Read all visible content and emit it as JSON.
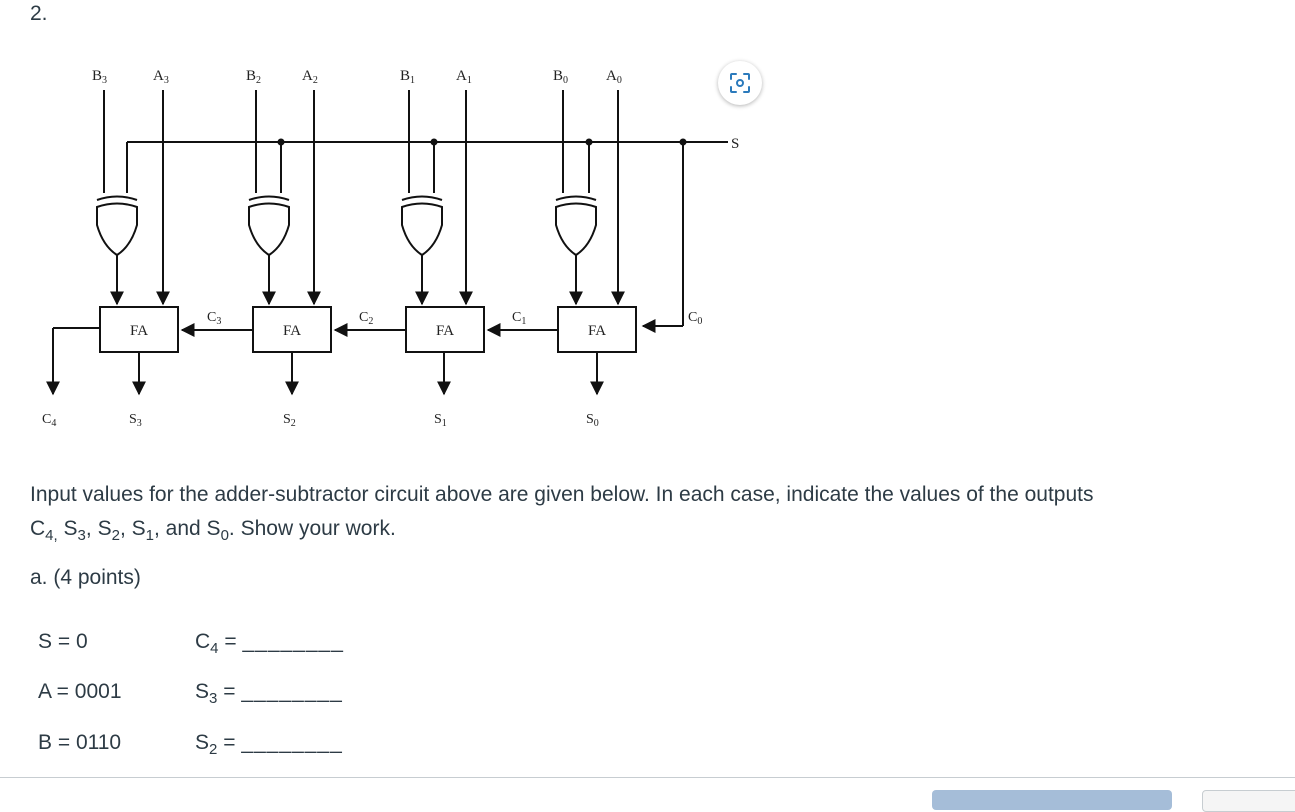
{
  "question": {
    "number": "2."
  },
  "circuit": {
    "inputs": [
      {
        "b": "B",
        "b_sub": "3",
        "a": "A",
        "a_sub": "3"
      },
      {
        "b": "B",
        "b_sub": "2",
        "a": "A",
        "a_sub": "2"
      },
      {
        "b": "B",
        "b_sub": "1",
        "a": "A",
        "a_sub": "1"
      },
      {
        "b": "B",
        "b_sub": "0",
        "a": "A",
        "a_sub": "0"
      }
    ],
    "adder_label": "FA",
    "select_label": "S",
    "carries": [
      {
        "base": "C",
        "sub": "3"
      },
      {
        "base": "C",
        "sub": "2"
      },
      {
        "base": "C",
        "sub": "1"
      },
      {
        "base": "C",
        "sub": "0"
      }
    ],
    "carry_out": {
      "base": "C",
      "sub": "4"
    },
    "sums": [
      {
        "base": "S",
        "sub": "3"
      },
      {
        "base": "S",
        "sub": "2"
      },
      {
        "base": "S",
        "sub": "1"
      },
      {
        "base": "S",
        "sub": "0"
      }
    ]
  },
  "prompt": {
    "line1": "Input values for the adder-subtractor circuit above are given below.  In each case, indicate the values of the outputs",
    "c": "C",
    "c_sub": "4,",
    "s3": "S",
    "s3_sub": "3",
    "sep1": ",",
    "s2": "S",
    "s2_sub": "2",
    "sep2": ",",
    "s1": "S",
    "s1_sub": "1",
    "sep3": ", and",
    "s0": "S",
    "s0_sub": "0",
    "tail": ". Show your work."
  },
  "part": {
    "label": "a.  (4 points)"
  },
  "inputs_given": [
    {
      "label": "S = 0",
      "out": "C",
      "out_sub": "4",
      "eq": "=",
      "blank": "________"
    },
    {
      "label": "A = 0001",
      "out": "S",
      "out_sub": "3",
      "eq": "=",
      "blank": "________"
    },
    {
      "label": "B = 0110",
      "out": "S",
      "out_sub": "2",
      "eq": "=",
      "blank": "________"
    }
  ],
  "icons": {
    "image_tool": "image-scan-icon"
  },
  "colors": {
    "text": "#2d3b45",
    "accent": "#2b7abc",
    "button": "#a5bdd8"
  }
}
